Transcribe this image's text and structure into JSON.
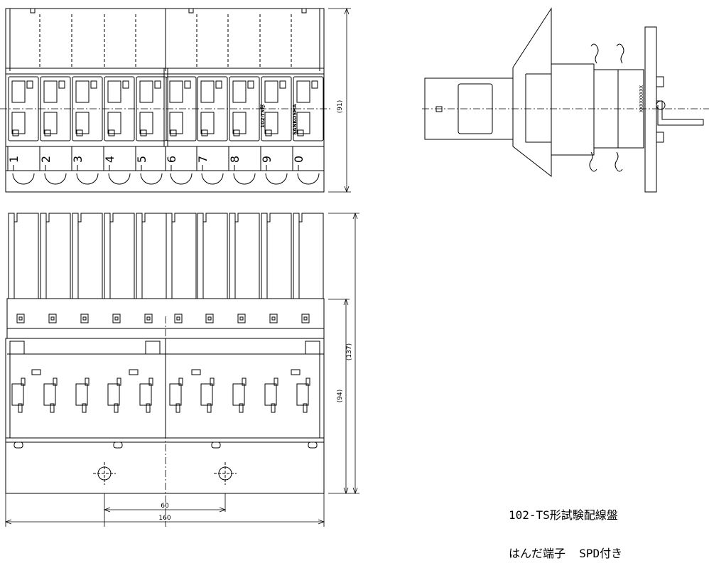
{
  "terminal_numbers": [
    "1",
    "2",
    "3",
    "4",
    "5",
    "6",
    "7",
    "8",
    "9",
    "0"
  ],
  "dimensions": {
    "front_height": "(91)",
    "side_total_height": "(137)",
    "side_body_height": "(94)",
    "mount_pitch": "60",
    "total_width": "160"
  },
  "marks": {
    "brand": "SANKOSHA",
    "model": "102-TS形",
    "serial_placeholder": "XXXXXXXXX"
  },
  "title": {
    "line1": "102-TS形試験配線盤",
    "line2": "はんだ端子  SPD付き"
  },
  "colors": {
    "ink": "#000000",
    "background": "#ffffff"
  }
}
